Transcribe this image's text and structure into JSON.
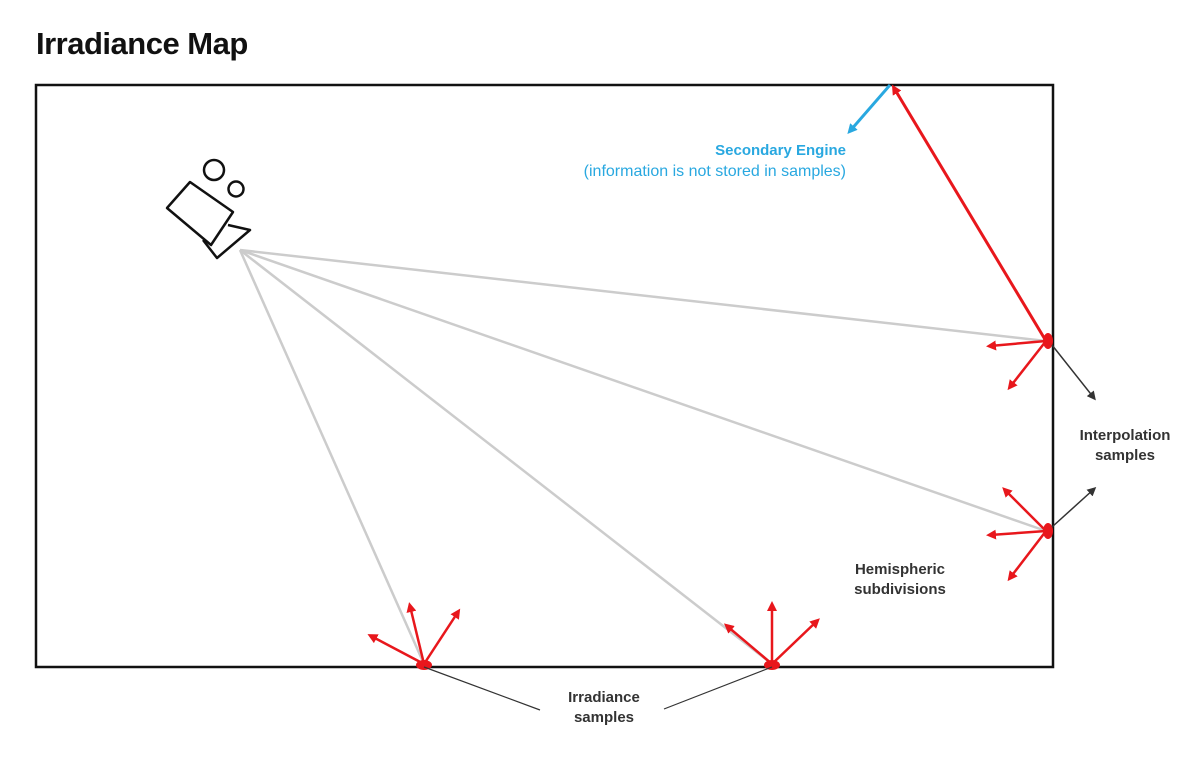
{
  "title": "Irradiance Map",
  "labels": {
    "secondary_engine": "Secondary Engine",
    "secondary_note": "(information is not stored in samples)",
    "interpolation_line1": "Interpolation",
    "interpolation_line2": "samples",
    "hemispheric_line1": "Hemispheric",
    "hemispheric_line2": "subdivisions",
    "irradiance_line1": "Irradiance",
    "irradiance_line2": "samples"
  },
  "colors": {
    "sample": "#e8171c",
    "secondary": "#29a8e0",
    "ray": "#cccccc",
    "frame": "#111111",
    "label": "#333333"
  },
  "icons": [
    "camera-icon"
  ]
}
